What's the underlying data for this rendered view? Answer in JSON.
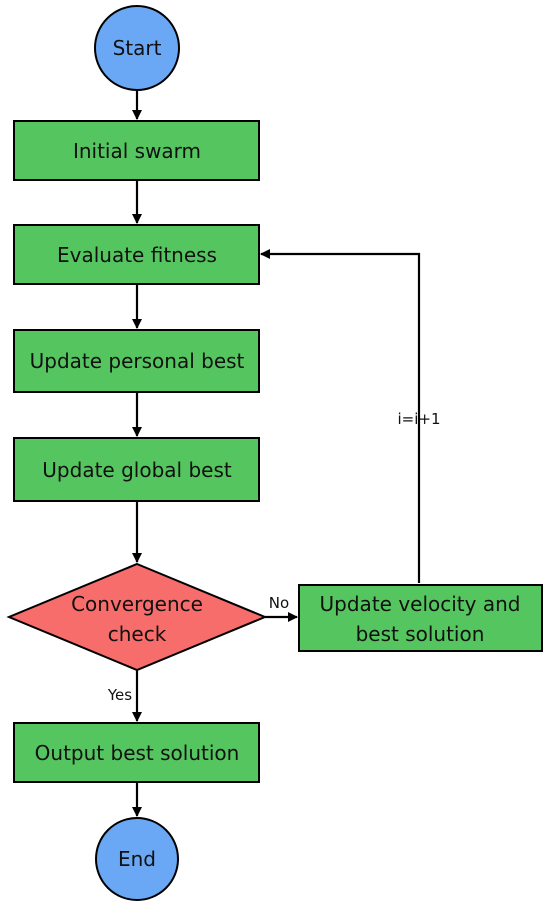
{
  "colors": {
    "terminal_fill": "#6aa8f5",
    "process_fill": "#55c55f",
    "decision_fill": "#f66d6b",
    "stroke": "#000000",
    "text": "#111111"
  },
  "nodes": {
    "start": {
      "label": "Start"
    },
    "initial_swarm": {
      "label": "Initial swarm"
    },
    "evaluate_fitness": {
      "label": "Evaluate fitness"
    },
    "update_personal_best": {
      "label": "Update personal best"
    },
    "update_global_best": {
      "label": "Update global best"
    },
    "convergence_check": {
      "line1": "Convergence",
      "line2": "check"
    },
    "update_velocity": {
      "line1": "Update velocity and",
      "line2": "best solution"
    },
    "output_best_solution": {
      "label": "Output best solution"
    },
    "end": {
      "label": "End"
    }
  },
  "edges": {
    "no_label": "No",
    "yes_label": "Yes",
    "loop_label": "i=i+1"
  }
}
